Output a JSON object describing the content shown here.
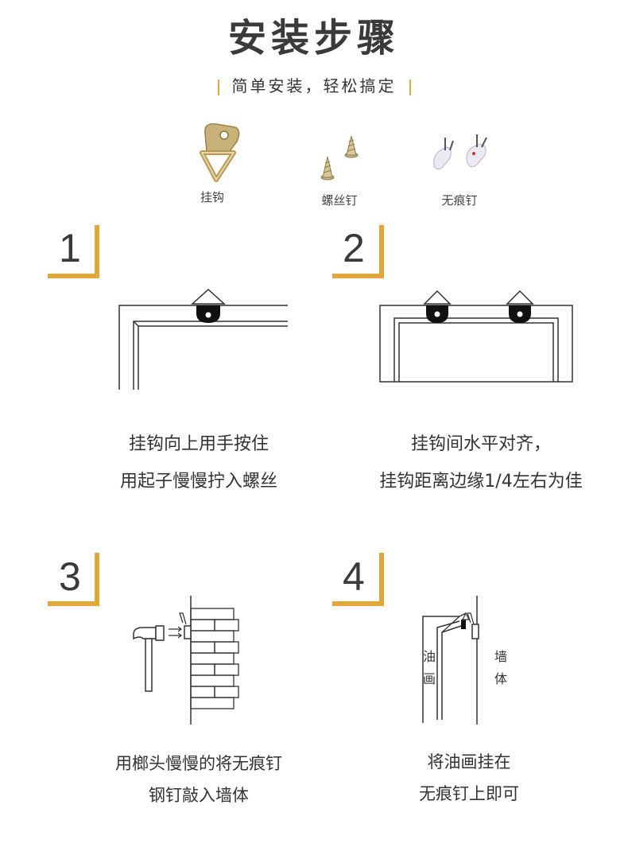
{
  "header": {
    "title": "安装步骤",
    "subtitle": "简单安装，轻松搞定"
  },
  "tools": [
    {
      "label": "挂钩",
      "icon": "d-ring-hook-icon"
    },
    {
      "label": "螺丝钉",
      "icon": "screws-icon"
    },
    {
      "label": "无痕钉",
      "icon": "seamless-nail-icon"
    }
  ],
  "steps": [
    {
      "number": "1",
      "lines": [
        "挂钩向上用手按住",
        "用起子慢慢拧入螺丝"
      ]
    },
    {
      "number": "2",
      "lines": [
        "挂钩间水平对齐，",
        "挂钩距离边缘1/4左右为佳"
      ]
    },
    {
      "number": "3",
      "lines": [
        "用榔头慢慢的将无痕钉",
        "钢钉敲入墙体"
      ]
    },
    {
      "number": "4",
      "lines": [
        "将油画挂在",
        "无痕钉上即可"
      ]
    }
  ],
  "diagram4": {
    "painting_label": "油画",
    "wall_label": "墙体"
  },
  "colors": {
    "accent": "#e0a83a",
    "text": "#333333"
  }
}
